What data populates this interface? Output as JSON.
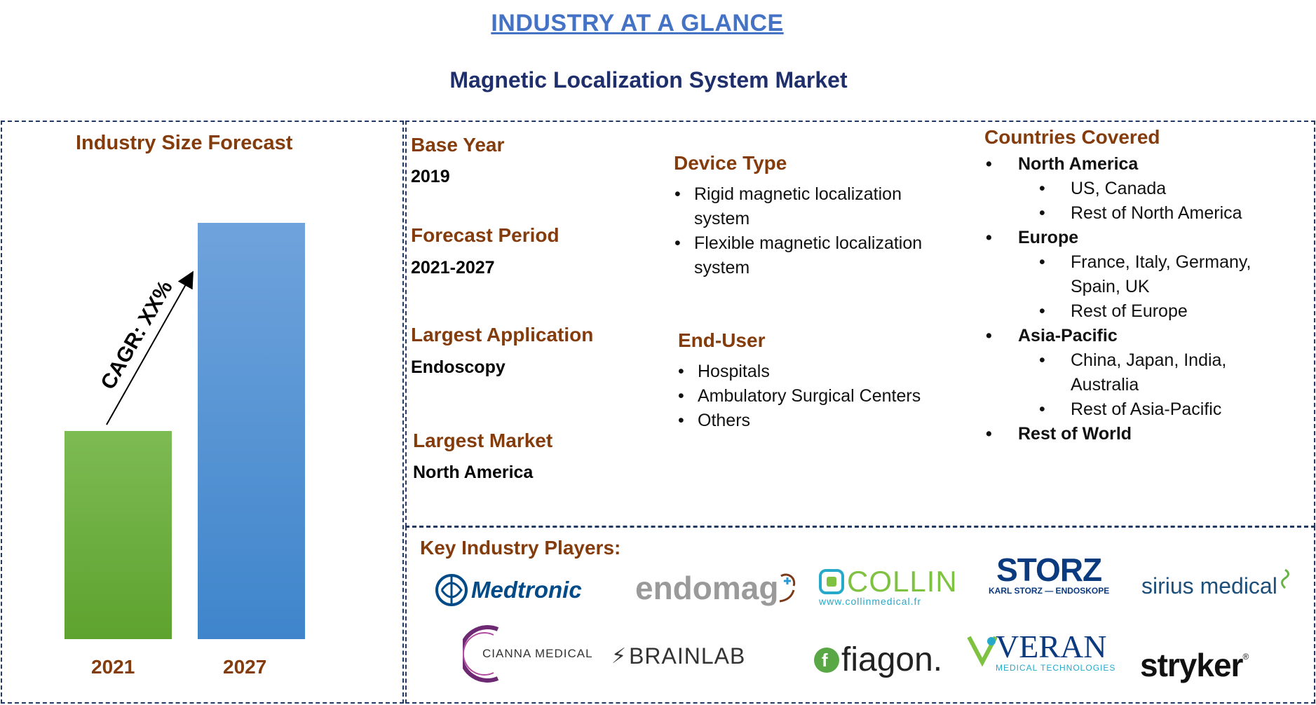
{
  "header": {
    "title": "INDUSTRY AT A GLANCE",
    "subtitle": "Magnetic Localization System Market"
  },
  "forecast": {
    "title": "Industry Size Forecast",
    "cagr_label": "CAGR: XX%",
    "bars": [
      {
        "year": "2021",
        "relative_height": 0.5,
        "color_top": "#7dbb53",
        "color_bottom": "#5ea22f"
      },
      {
        "year": "2027",
        "relative_height": 1.0,
        "color_top": "#6fa3dc",
        "color_bottom": "#3f85cb"
      }
    ]
  },
  "facts": {
    "base_year_label": "Base Year",
    "base_year_value": "2019",
    "forecast_period_label": "Forecast Period",
    "forecast_period_value": "2021-2027",
    "largest_application_label": "Largest Application",
    "largest_application_value": "Endoscopy",
    "largest_market_label": "Largest Market",
    "largest_market_value": "North America"
  },
  "device_type": {
    "label": "Device Type",
    "items": [
      "Rigid magnetic localization system",
      "Flexible magnetic localization system"
    ]
  },
  "end_user": {
    "label": "End-User",
    "items": [
      "Hospitals",
      "Ambulatory Surgical Centers",
      "Others"
    ]
  },
  "countries": {
    "label": "Countries Covered",
    "regions": [
      {
        "name": "North America",
        "subs": [
          "US, Canada",
          "Rest of North America"
        ]
      },
      {
        "name": "Europe",
        "subs": [
          "France, Italy, Germany, Spain, UK",
          "Rest of Europe"
        ]
      },
      {
        "name": "Asia-Pacific",
        "subs": [
          "China, Japan, India, Australia",
          "Rest of Asia-Pacific"
        ]
      },
      {
        "name": "Rest of World",
        "subs": []
      }
    ]
  },
  "players": {
    "label": "Key Industry Players:",
    "logos": {
      "medtronic": "Medtronic",
      "endomag": "endomag",
      "collin": "COLLIN",
      "collin_url": "www.collinmedical.fr",
      "storz": "STORZ",
      "storz_sub": "KARL STORZ — ENDOSKOPE",
      "sirius": "sirius medical",
      "cianna": "CIANNA MEDICAL",
      "brainlab": "BRAINLAB",
      "fiagon": "fiagon.",
      "veran": "VERAN",
      "veran_sub": "MEDICAL TECHNOLOGIES",
      "stryker": "stryker"
    }
  },
  "colors": {
    "accent_brown": "#843c0c",
    "title_blue": "#4472c4",
    "navy": "#1f2f6b"
  }
}
